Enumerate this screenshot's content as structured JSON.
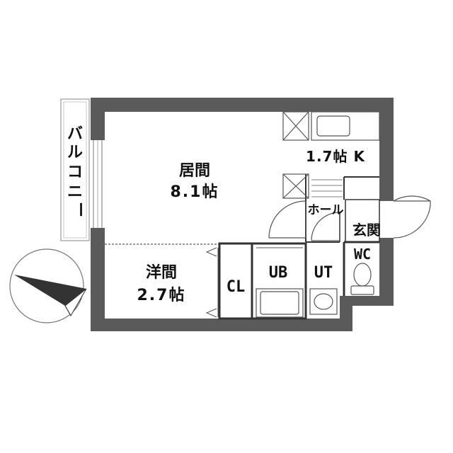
{
  "rooms": {
    "living": {
      "name": "居間",
      "size": "8.1帖"
    },
    "western": {
      "name": "洋間",
      "size": "2.7帖"
    },
    "kitchen": {
      "label": "1.7帖 K"
    },
    "hall": {
      "label": "ホール"
    },
    "entrance": {
      "label": "玄関"
    },
    "closet": {
      "label": "CL"
    },
    "bath": {
      "label": "UB"
    },
    "utility": {
      "label": "UT"
    },
    "toilet": {
      "label": "WC"
    },
    "balcony": {
      "chars": [
        "バ",
        "ル",
        "コ",
        "ニ",
        "ー"
      ]
    }
  },
  "colors": {
    "wall": "#5a5a5a",
    "line": "#333333",
    "thin": "#888888",
    "paper": "#ffffff"
  },
  "icons": [
    "compass-north-arrow-icon",
    "door-swing-icon",
    "sink-icon",
    "bathtub-icon",
    "washbasin-icon",
    "toilet-icon"
  ]
}
